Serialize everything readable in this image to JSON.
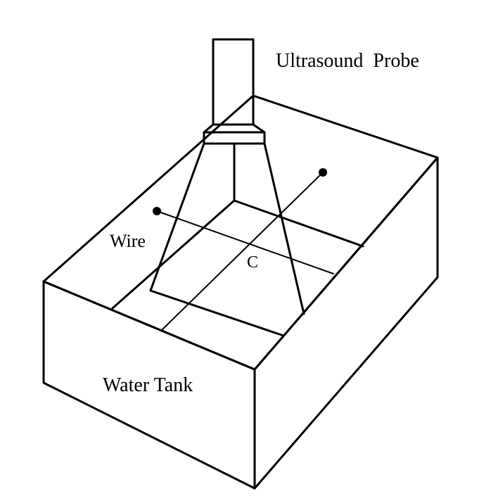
{
  "labels": {
    "probe": "Ultrasound  Probe",
    "wire": "Wire",
    "center": "C",
    "tank": "Water Tank"
  },
  "colors": {
    "stroke": "#000000",
    "background": "#ffffff"
  }
}
